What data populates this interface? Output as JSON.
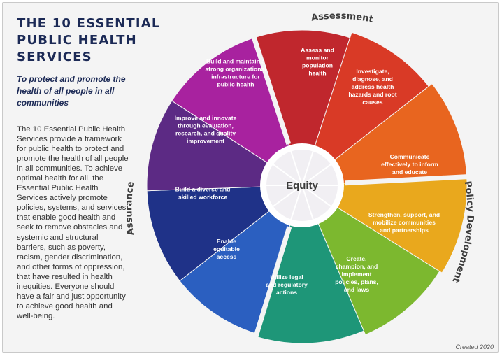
{
  "title_lines": [
    "THE 10 ESSENTIAL",
    "PUBLIC HEALTH",
    "SERVICES"
  ],
  "subtitle": "To protect and promote the health of all people in all communities",
  "body": "The 10 Essential Public Health Services provide a framework for public health to protect and promote the health of all people in all communities. To achieve optimal health for all, the Essential Public Health Services actively promote policies, systems, and services that enable good health and seek to remove obstacles and systemic and structural barriers, such as poverty, racism, gender discrimination, and other forms of oppression, that have resulted in health inequities. Everyone should have a fair and just opportunity to achieve good health and well-being.",
  "footer": "Created 2020",
  "center_label": "Equity",
  "groups": [
    "Assessment",
    "Policy Development",
    "Assurance"
  ],
  "services": [
    {
      "lines": [
        "Assess and",
        "monitor",
        "population",
        "health"
      ],
      "color": "#c0272d"
    },
    {
      "lines": [
        "Investigate,",
        "diagnose, and",
        "address health",
        "hazards and root",
        "causes"
      ],
      "color": "#d93a26"
    },
    {
      "lines": [
        "Communicate",
        "effectively to inform",
        "and educate"
      ],
      "color": "#e8651f"
    },
    {
      "lines": [
        "Strengthen, support, and",
        "mobilize communities",
        "and partnerships"
      ],
      "color": "#e9a81d"
    },
    {
      "lines": [
        "Create,",
        "champion, and",
        "implement",
        "policies, plans,",
        "and laws"
      ],
      "color": "#7cb82f"
    },
    {
      "lines": [
        "Utilize legal",
        "and regulatory",
        "actions"
      ],
      "color": "#1e9678"
    },
    {
      "lines": [
        "Enable",
        "equitable",
        "access"
      ],
      "color": "#2b5fc0"
    },
    {
      "lines": [
        "Build a diverse and",
        "skilled workforce"
      ],
      "color": "#1f3288"
    },
    {
      "lines": [
        "Improve and innovate",
        "through evaluation,",
        "research, and quality",
        "improvement"
      ],
      "color": "#5c2a84"
    },
    {
      "lines": [
        "Build and maintain a",
        "strong organizational",
        "infrastructure for",
        "public health"
      ],
      "color": "#a8229f"
    }
  ]
}
